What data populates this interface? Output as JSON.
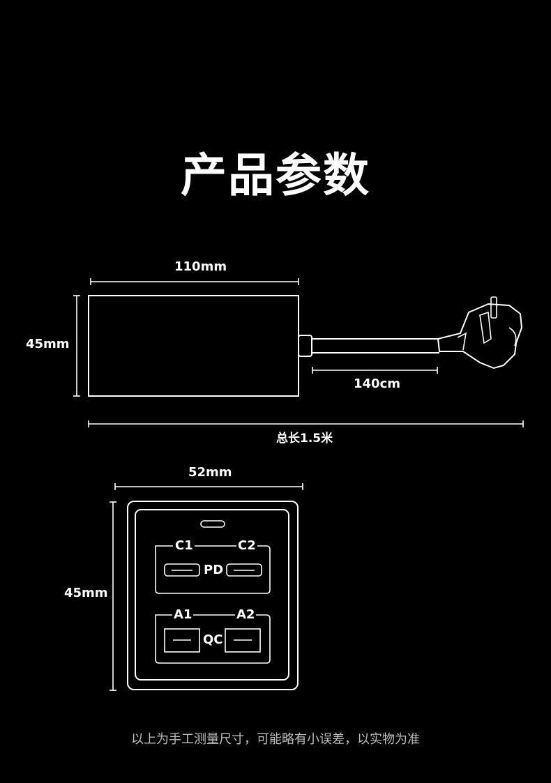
{
  "title": "产品参数",
  "side_view": {
    "width_label": "110mm",
    "height_label": "45mm",
    "cable_label": "140cm",
    "total_label": "总长1.5米"
  },
  "front_view": {
    "width_label": "52mm",
    "height_label": "45mm",
    "pd_group": {
      "left": "C1",
      "right": "C2",
      "center": "PD"
    },
    "qc_group": {
      "left": "A1",
      "right": "A2",
      "center": "QC"
    }
  },
  "footnote": "以上为手工测量尺寸，可能略有小误差，以实物为准"
}
